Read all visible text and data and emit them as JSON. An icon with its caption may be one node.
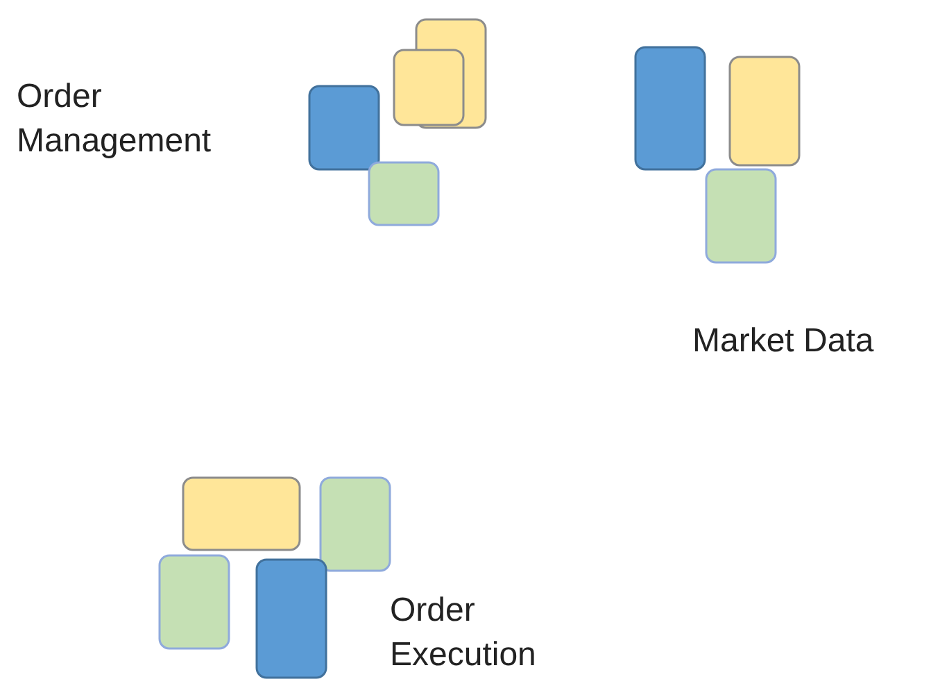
{
  "diagram": {
    "labels": [
      "Order Management",
      "Market Data",
      "Order Execution"
    ]
  }
}
